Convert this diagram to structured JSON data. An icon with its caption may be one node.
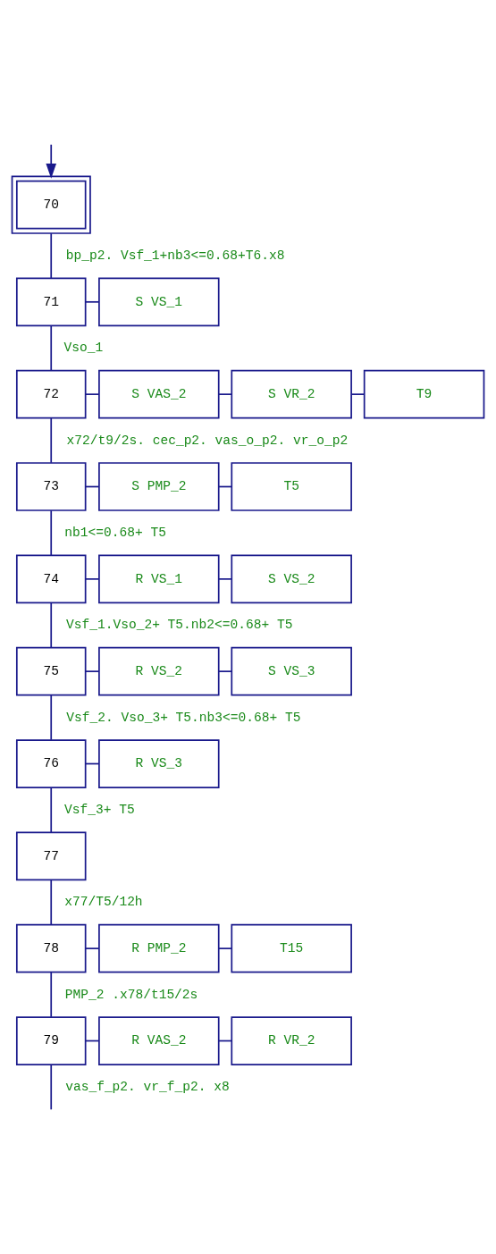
{
  "diagram": {
    "nodes": [
      {
        "text": [
          "70"
        ]
      },
      {
        "text": [
          "71"
        ]
      },
      {
        "text": [
          "S VS_1"
        ]
      },
      {
        "text": [
          "72"
        ]
      },
      {
        "text": [
          "S VAS_2"
        ]
      },
      {
        "text": [
          "S VR_2"
        ]
      },
      {
        "text": [
          "T9"
        ]
      },
      {
        "text": [
          "73"
        ]
      },
      {
        "text": [
          "S PMP_2"
        ]
      },
      {
        "text": [
          "T5"
        ]
      },
      {
        "text": [
          "74"
        ]
      },
      {
        "text": [
          "R VS_1"
        ]
      },
      {
        "text": [
          "S VS_2"
        ]
      },
      {
        "text": [
          "75"
        ]
      },
      {
        "text": [
          "R VS_2"
        ]
      },
      {
        "text": [
          "S VS_3"
        ]
      },
      {
        "text": [
          "76"
        ]
      },
      {
        "text": [
          "R VS_3"
        ]
      },
      {
        "text": [
          "77"
        ]
      },
      {
        "text": [
          "78"
        ]
      },
      {
        "text": [
          "R PMP_2"
        ]
      },
      {
        "text": [
          "T15"
        ]
      },
      {
        "text": [
          "79"
        ]
      },
      {
        "text": [
          "R VAS_2"
        ]
      },
      {
        "text": [
          "R VR_2"
        ]
      }
    ],
    "edges": [
      {
        "from": null,
        "to": 0,
        "arrow": "to"
      },
      {
        "from": 0,
        "to": 1,
        "arrow": "none",
        "label": "bp_p2. Vsf_1+nb3<=0.68+T6.x8"
      },
      {
        "from": 1,
        "to": 2,
        "arrow": "none"
      },
      {
        "from": 1,
        "to": 3,
        "arrow": "none",
        "label": "Vso_1"
      },
      {
        "from": 3,
        "to": 4,
        "arrow": "none"
      },
      {
        "from": 4,
        "to": 5,
        "arrow": "none"
      },
      {
        "from": 5,
        "to": 6,
        "arrow": "none"
      },
      {
        "from": 3,
        "to": 7,
        "arrow": "none",
        "label": "x72/t9/2s. cec_p2. vas_o_p2. vr_o_p2"
      },
      {
        "from": 7,
        "to": 8,
        "arrow": "none"
      },
      {
        "from": 8,
        "to": 9,
        "arrow": "none"
      },
      {
        "from": 7,
        "to": 10,
        "arrow": "none",
        "label": "nb1<=0.68+ T5"
      },
      {
        "from": 10,
        "to": 11,
        "arrow": "none"
      },
      {
        "from": 11,
        "to": 12,
        "arrow": "none"
      },
      {
        "from": 10,
        "to": 13,
        "arrow": "none",
        "label": "Vsf_1.Vso_2+ T5.nb2<=0.68+ T5"
      },
      {
        "from": 13,
        "to": 14,
        "arrow": "none"
      },
      {
        "from": 14,
        "to": 15,
        "arrow": "none"
      },
      {
        "from": 13,
        "to": 16,
        "arrow": "none",
        "label": "Vsf_2. Vso_3+ T5.nb3<=0.68+ T5"
      },
      {
        "from": 16,
        "to": 17,
        "arrow": "none"
      },
      {
        "from": 16,
        "to": 18,
        "arrow": "none",
        "label": "Vsf_3+ T5"
      },
      {
        "from": 18,
        "to": 19,
        "arrow": "none",
        "label": "x77/T5/12h"
      },
      {
        "from": 19,
        "to": 20,
        "arrow": "none"
      },
      {
        "from": 20,
        "to": 21,
        "arrow": "none"
      },
      {
        "from": 19,
        "to": 22,
        "arrow": "none",
        "label": "PMP_2 .x78/t15/2s"
      },
      {
        "from": 22,
        "to": 23,
        "arrow": "none"
      },
      {
        "from": 23,
        "to": 24,
        "arrow": "none"
      },
      {
        "from": 22,
        "to": null,
        "arrow": "none",
        "label": "vas_f_p2. vr_f_p2. x8"
      }
    ]
  }
}
